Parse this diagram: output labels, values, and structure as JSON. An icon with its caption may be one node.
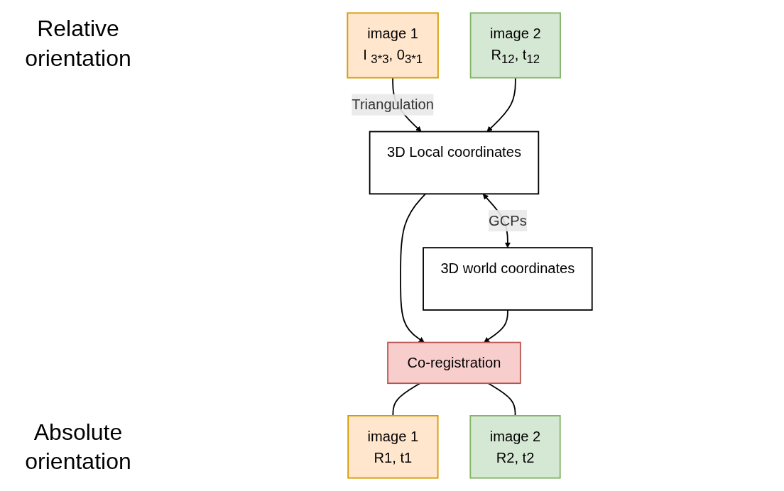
{
  "diagram": {
    "nodes": [
      {
        "text": [
          "image 1",
          "I $_{3*3}$, 0$_{3*1}$"
        ]
      },
      {
        "text": [
          "image 2",
          "R$_{12}$, t$_{12}$"
        ]
      },
      {
        "text": [
          "3D Local coordinates"
        ]
      },
      {
        "text": [
          "3D world coordinates"
        ]
      },
      {
        "text": [
          "Co-registration"
        ]
      },
      {
        "text": [
          "image 1",
          "R1, t1"
        ]
      },
      {
        "text": [
          "image 2",
          "R2, t2"
        ]
      }
    ],
    "edges": [
      {
        "from": 0,
        "to": 2,
        "arrow": "to",
        "label": "Triangulation"
      },
      {
        "from": 1,
        "to": 2,
        "arrow": "to"
      },
      {
        "from": 2,
        "to": 3,
        "arrow": "both",
        "label": "GCPs"
      },
      {
        "from": 2,
        "to": 4,
        "arrow": "to"
      },
      {
        "from": 3,
        "to": 4,
        "arrow": "to"
      },
      {
        "from": 4,
        "to": 5,
        "arrow": "none"
      },
      {
        "from": 4,
        "to": 6,
        "arrow": "none"
      }
    ],
    "labels": [
      "Relative orientation",
      "Absolute orientation"
    ]
  }
}
